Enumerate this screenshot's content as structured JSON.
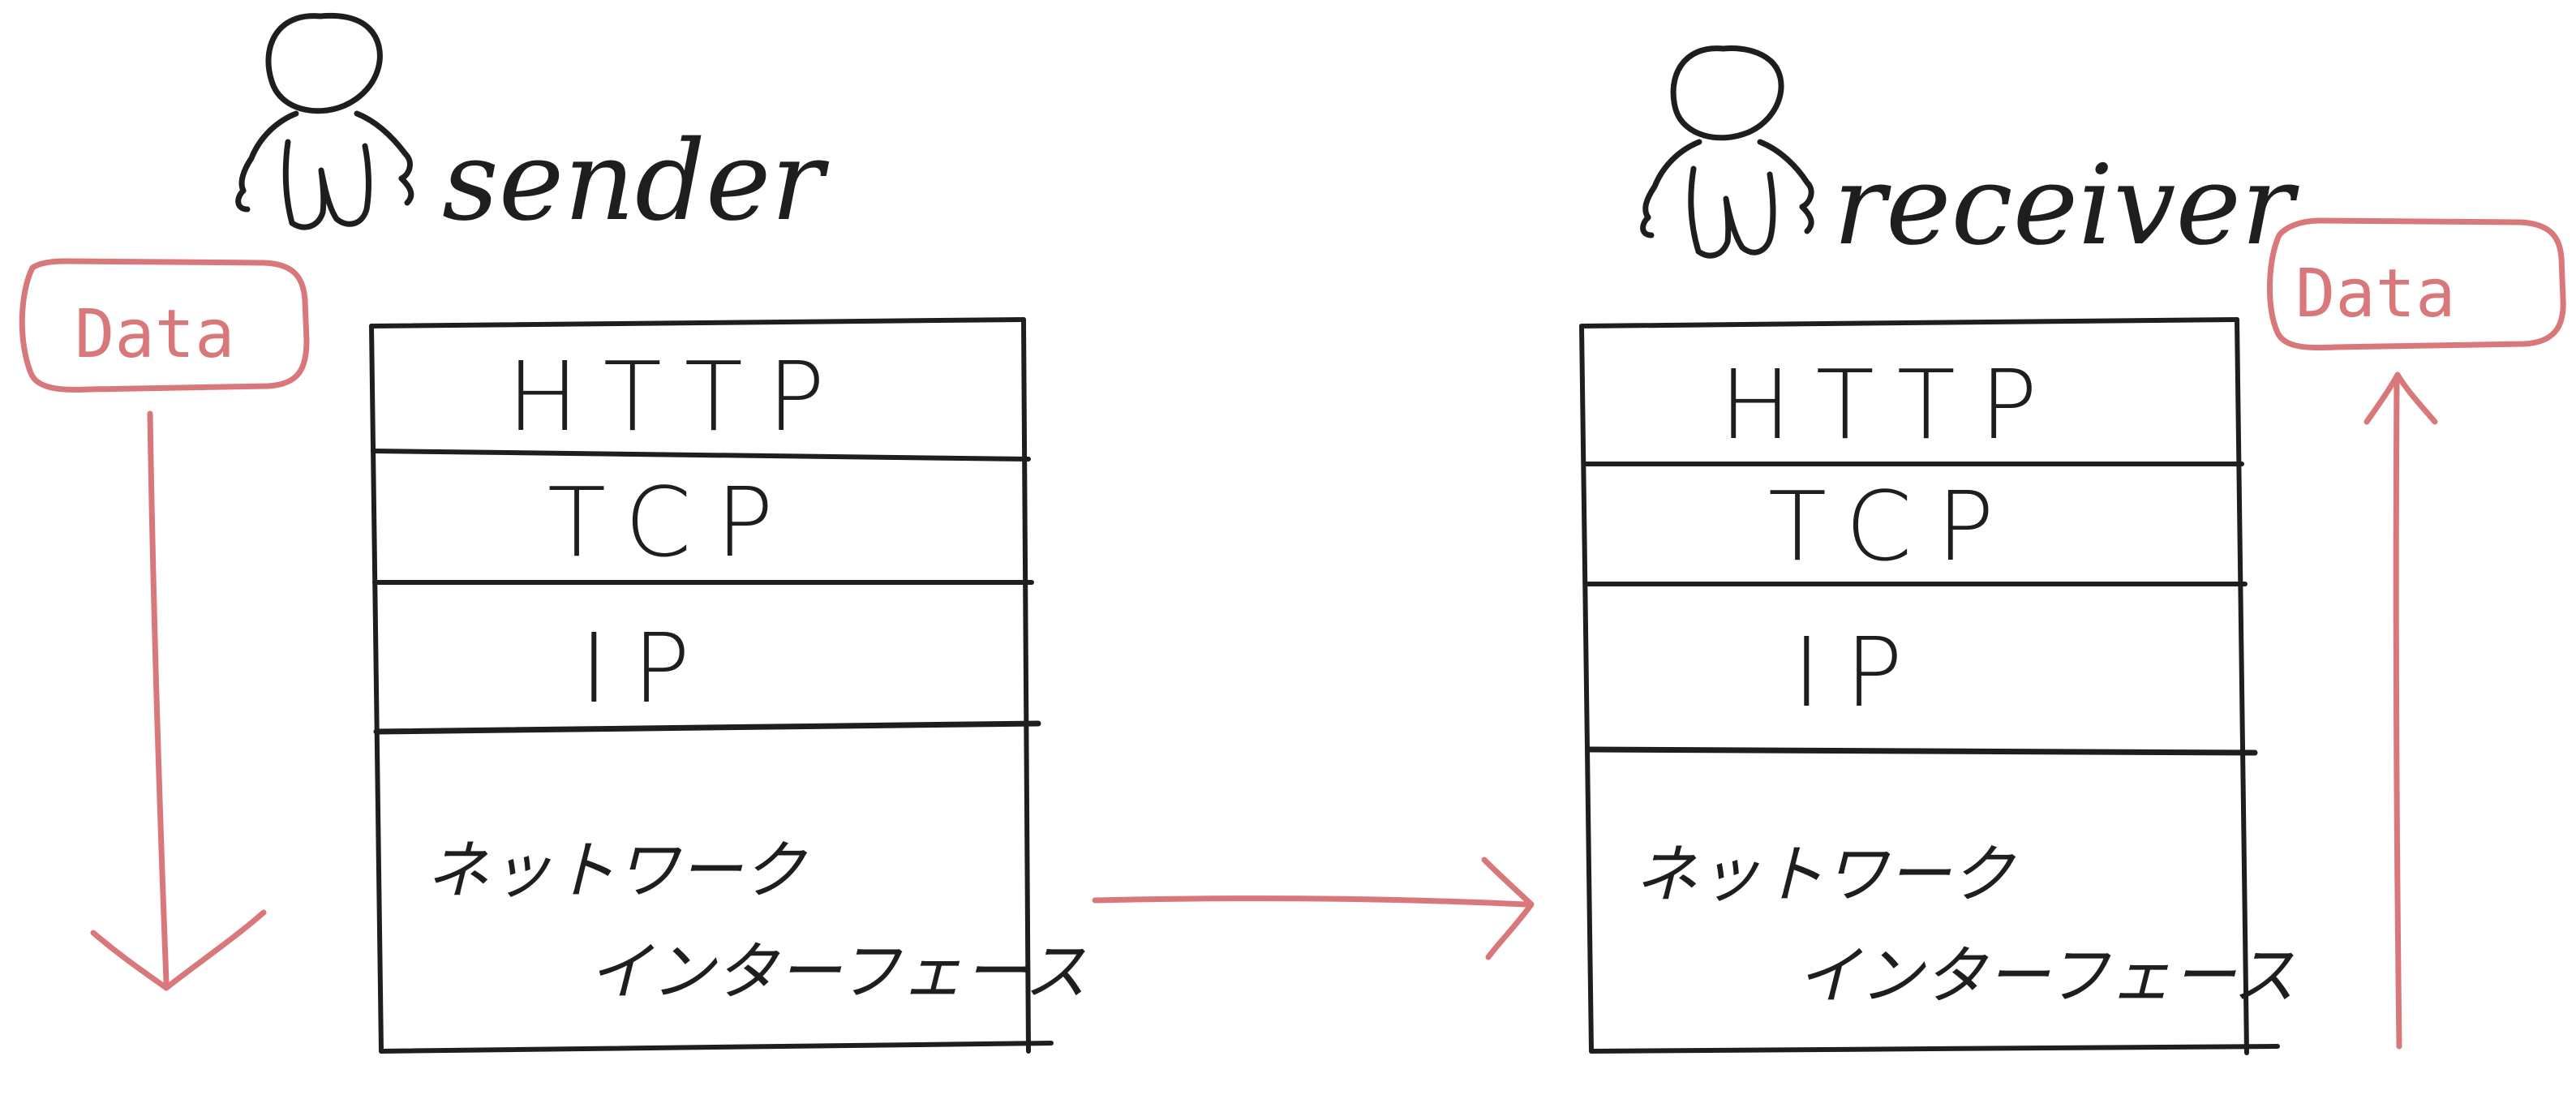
{
  "sender": {
    "name": "sender",
    "data_label": "Data",
    "layers": [
      "HTTP",
      "TCP",
      "IP"
    ],
    "network_interface_line1": "ネットワーク",
    "network_interface_line2": "インターフェース"
  },
  "receiver": {
    "name": "receiver",
    "data_label": "Data",
    "layers": [
      "HTTP",
      "TCP",
      "IP"
    ],
    "network_interface_line1": "ネットワーク",
    "network_interface_line2": "インターフェース"
  },
  "colors": {
    "ink": "#1e1e1e",
    "accent": "#d9787a"
  }
}
